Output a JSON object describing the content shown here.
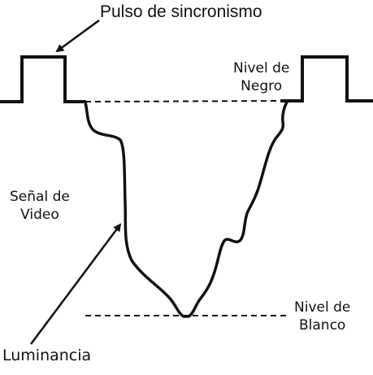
{
  "labels": {
    "sync_pulse": "Pulso de sincronismo",
    "black_level_line1": "Nivel de",
    "black_level_line2": "Negro",
    "video_signal_line1": "Señal de",
    "video_signal_line2": "Video",
    "white_level_line1": "Nivel de",
    "white_level_line2": "Blanco",
    "luminance": "Luminancia"
  },
  "colors": {
    "ink": "#111111",
    "background": "#ffffff"
  }
}
